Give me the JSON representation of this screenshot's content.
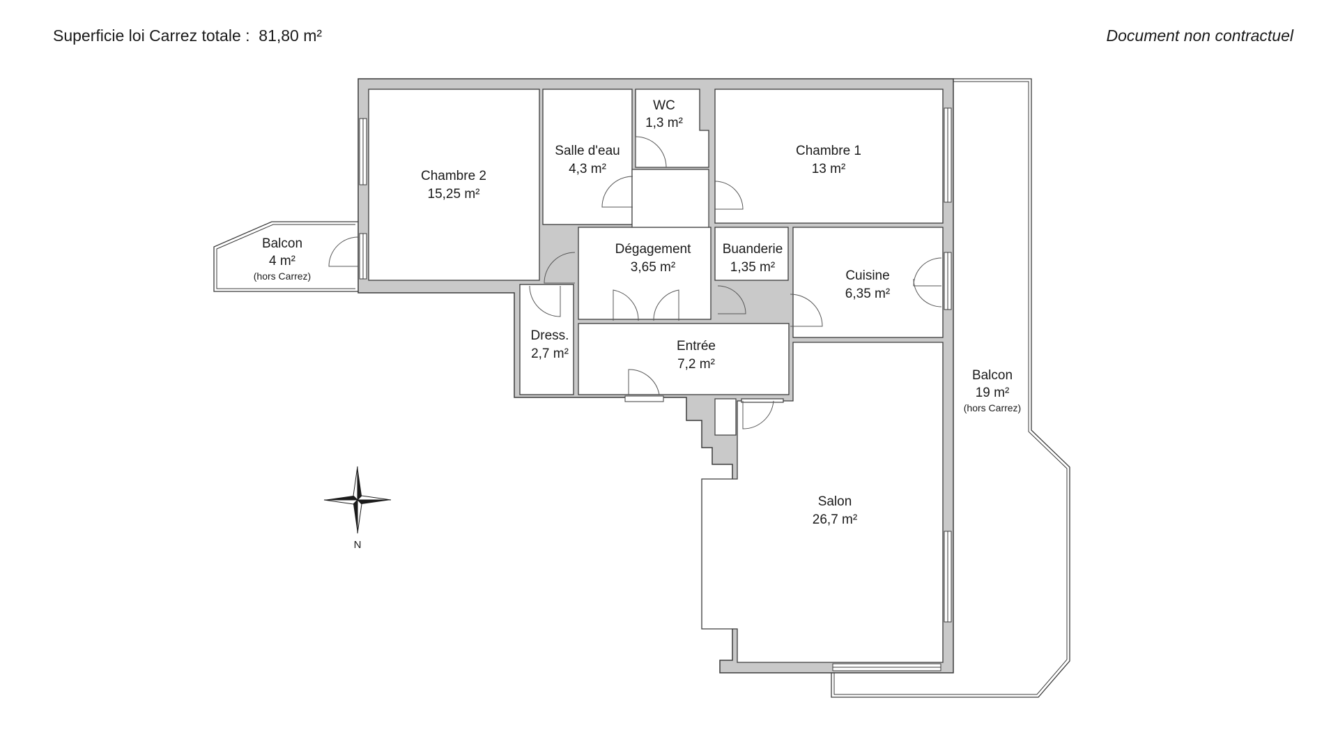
{
  "header": {
    "total_area_label": "Superficie loi Carrez totale :",
    "total_area_value": "81,80 m²",
    "disclaimer": "Document non contractuel"
  },
  "rooms": {
    "chambre2": {
      "name": "Chambre 2",
      "area": "15,25 m²"
    },
    "salle_eau": {
      "name": "Salle d'eau",
      "area": "4,3 m²"
    },
    "wc": {
      "name": "WC",
      "area": "1,3 m²"
    },
    "chambre1": {
      "name": "Chambre 1",
      "area": "13 m²"
    },
    "balcon_small": {
      "name": "Balcon",
      "area": "4 m²",
      "note": "(hors Carrez)"
    },
    "degagement": {
      "name": "Dégagement",
      "area": "3,65 m²"
    },
    "buanderie": {
      "name": "Buanderie",
      "area": "1,35 m²"
    },
    "cuisine": {
      "name": "Cuisine",
      "area": "6,35 m²"
    },
    "dressing": {
      "name": "Dress.",
      "area": "2,7 m²"
    },
    "entree": {
      "name": "Entrée",
      "area": "7,2 m²"
    },
    "balcon_large": {
      "name": "Balcon",
      "area": "19 m²",
      "note": "(hors Carrez)"
    },
    "salon": {
      "name": "Salon",
      "area": "26,7 m²"
    }
  },
  "compass": {
    "north_label": "N"
  },
  "colors": {
    "wall_fill": "#c9c9c9",
    "wall_stroke": "#3a3a3a",
    "line": "#555555"
  }
}
